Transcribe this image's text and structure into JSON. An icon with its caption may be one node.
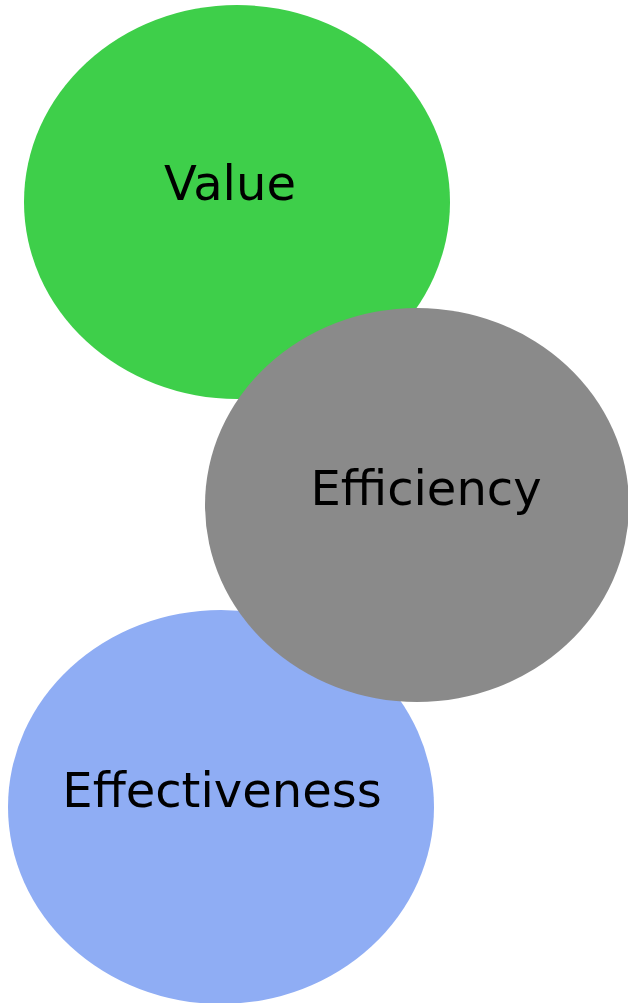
{
  "diagram": {
    "nodes": [
      {
        "text": [
          "Value"
        ]
      },
      {
        "text": [
          "Efficiency"
        ]
      },
      {
        "text": [
          "Effectiveness"
        ]
      }
    ]
  }
}
